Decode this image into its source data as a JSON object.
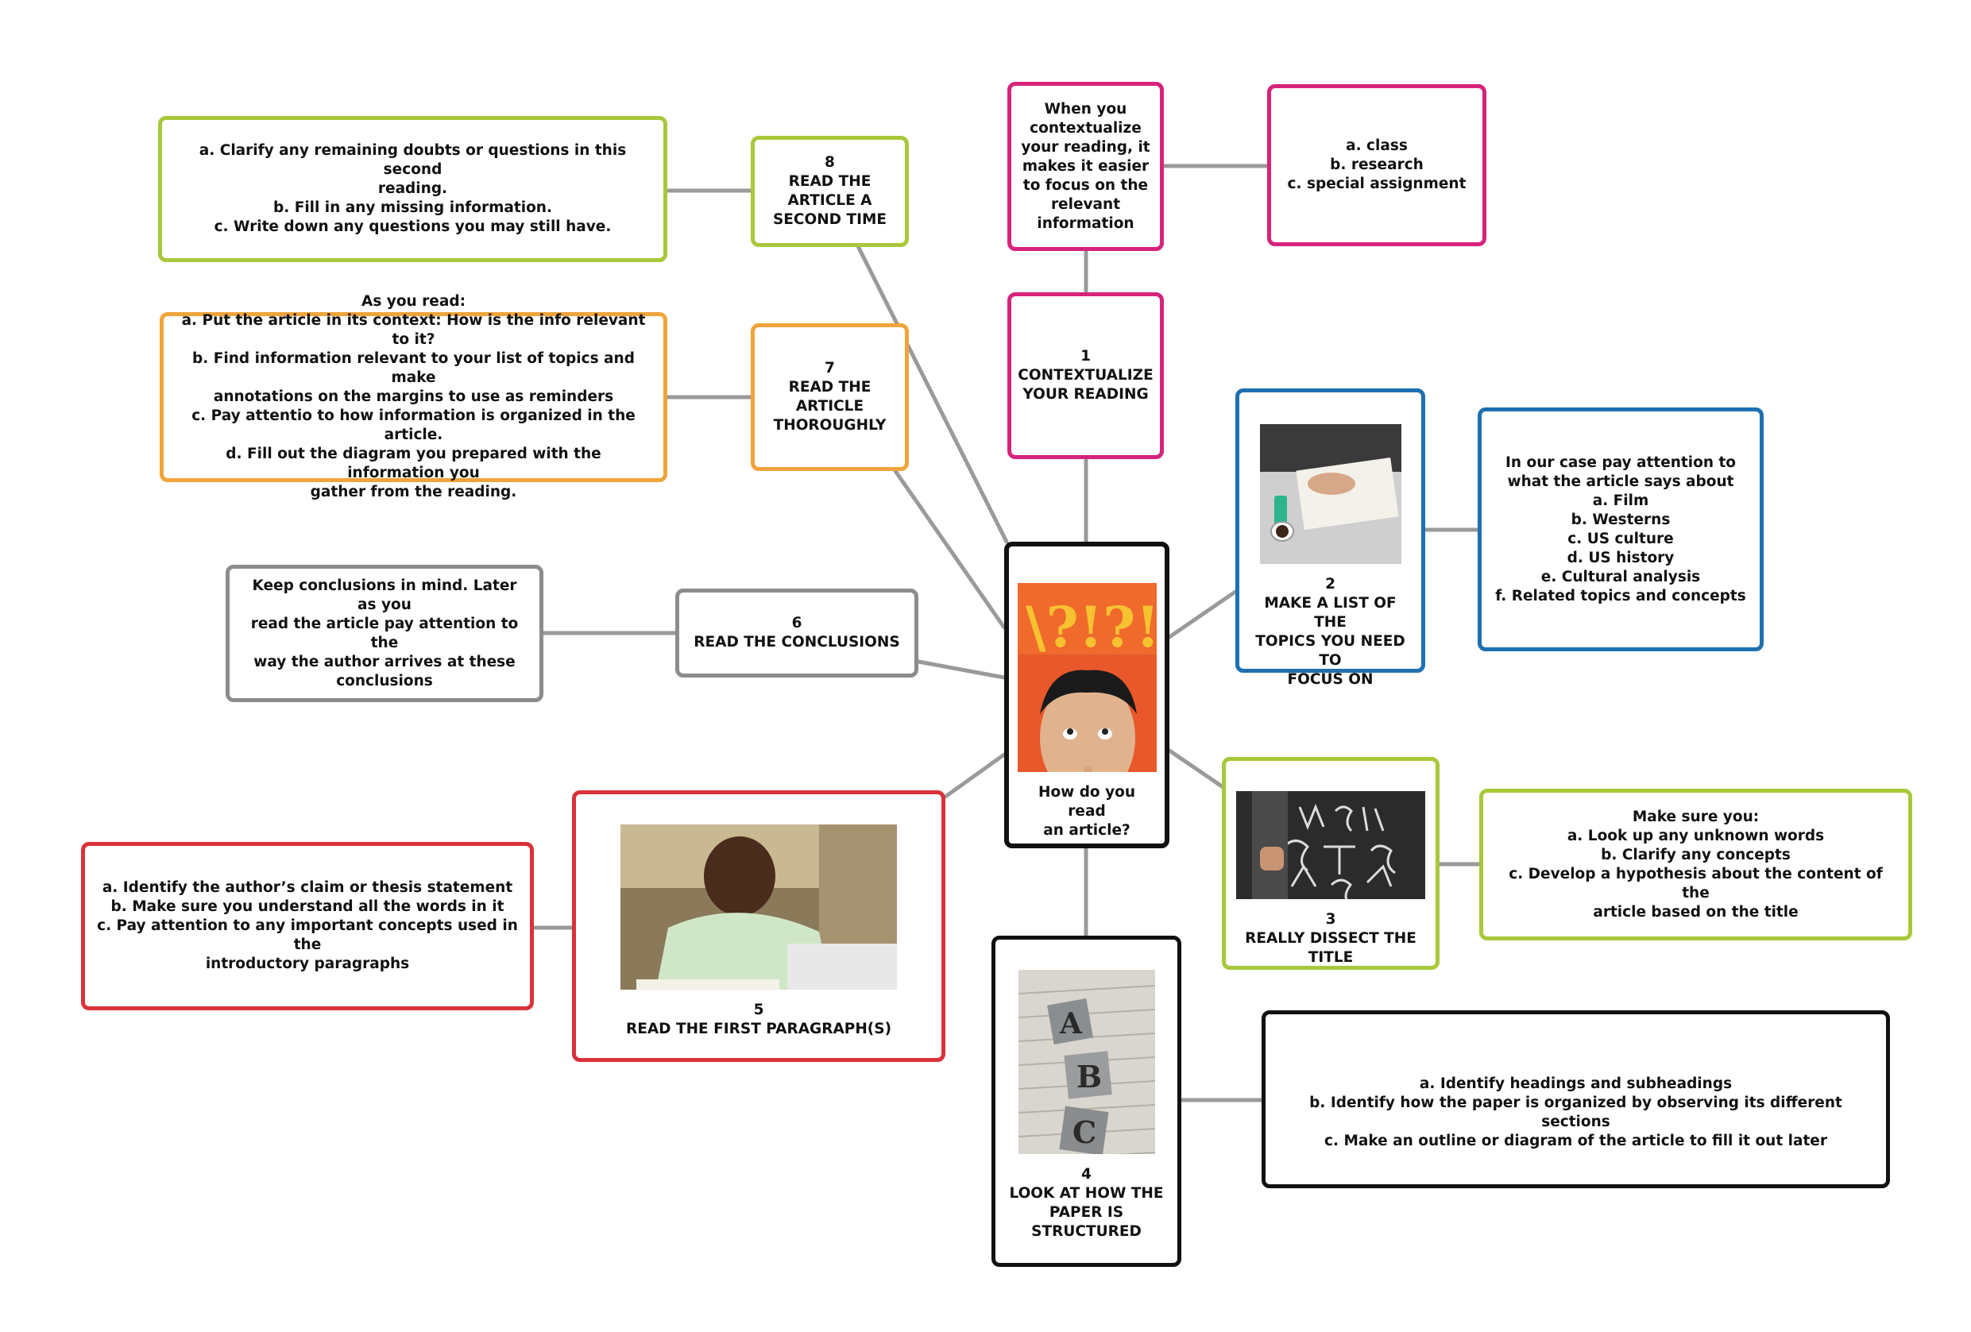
{
  "colors": {
    "magenta": "#d6237b",
    "blue": "#1f70b0",
    "green": "#a8c83a",
    "orange": "#f0a43a",
    "gray": "#8c8c8c",
    "red": "#d9323b",
    "black": "#111111",
    "connector": "#9a9a9a"
  },
  "center": {
    "label": "How do you read\nan article?",
    "image": "puzzled-man-question-marks"
  },
  "steps": {
    "s1": {
      "label": "1\nCONTEXTUALIZE\nYOUR READING"
    },
    "s1_note": {
      "label": "When you\ncontextualize\nyour reading, it\nmakes it easier\nto focus on the\nrelevant\ninformation"
    },
    "s1_list": {
      "label": "a. class\nb. research\nc. special assignment"
    },
    "s2": {
      "label": "2\nMAKE A LIST OF THE\nTOPICS YOU NEED TO\nFOCUS ON",
      "image": "hand-writing-notebook-coffee"
    },
    "s2_note": {
      "label": "In our case pay attention to\nwhat the article says about\na. Film\nb. Westerns\nc. US culture\nd. US history\ne. Cultural analysis\nf. Related topics and concepts"
    },
    "s3": {
      "label": "3\nREALLY DISSECT THE TITLE",
      "image": "chalkboard-writing"
    },
    "s3_note": {
      "label": "Make sure you:\na. Look up any unknown words\nb. Clarify any concepts\nc. Develop a hypothesis about the content of the\narticle based on the title"
    },
    "s4": {
      "label": "4\nLOOK AT HOW THE\nPAPER IS\nSTRUCTURED",
      "image": "abc-letter-blocks"
    },
    "s4_note": {
      "label": "a. Identify headings and subheadings\nb. Identify how the paper is organized by observing its different sections\nc. Make an outline or diagram of the article to fill it out later"
    },
    "s5": {
      "label": "5\nREAD THE FIRST PARAGRAPH(S)",
      "image": "student-reading-laptop"
    },
    "s5_note": {
      "label": "a. Identify the author’s claim or thesis statement\nb. Make sure you understand all the words in it\nc. Pay attention to any important concepts used in the\nintroductory paragraphs"
    },
    "s6": {
      "label": "6\nREAD THE CONCLUSIONS"
    },
    "s6_note": {
      "label": "Keep conclusions in mind. Later as you\nread the article pay attention to the\nway the author arrives at these\nconclusions"
    },
    "s7": {
      "label": "7\nREAD THE\nARTICLE\nTHOROUGHLY"
    },
    "s7_note": {
      "label": "As you read:\na. Put the article in its context: How is the info relevant to it?\nb. Find information relevant to your list of topics and make\nannotations on the margins to use as reminders\nc. Pay attentio to  how information is organized in the article.\nd. Fill out the diagram you prepared with the information you\ngather from the reading."
    },
    "s8": {
      "label": "8\nREAD THE\nARTICLE A\nSECOND TIME"
    },
    "s8_note": {
      "label": "a. Clarify any remaining doubts or questions in this second\nreading.\nb. Fill in any missing information.\nc. Write down any questions you may still have."
    }
  }
}
